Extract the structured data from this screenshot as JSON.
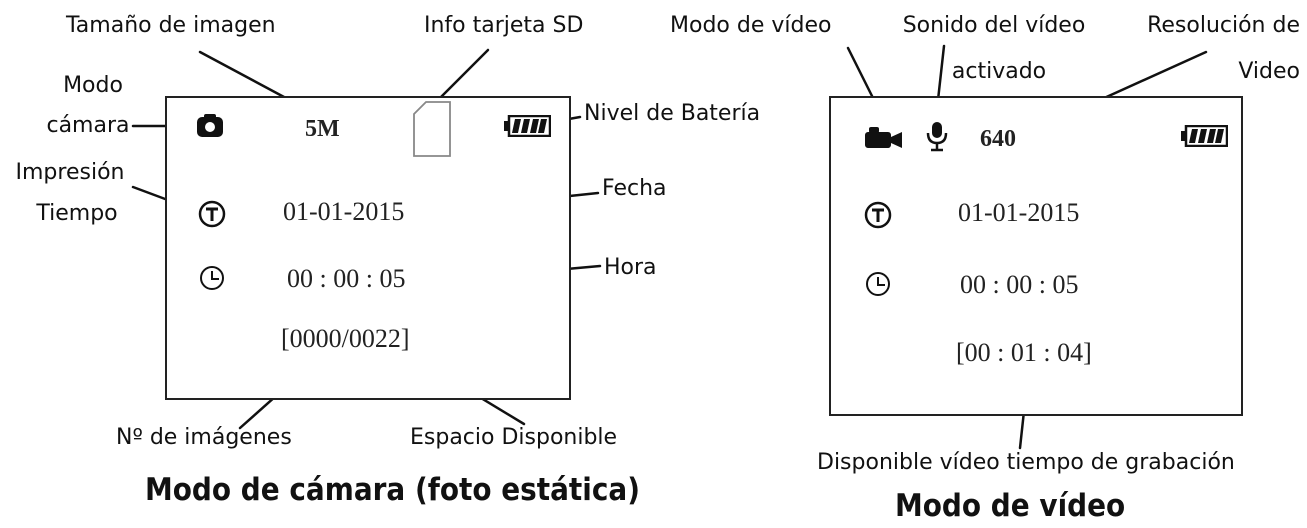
{
  "photo_mode": {
    "screen": {
      "image_size": "5M",
      "date": "01-01-2015",
      "time": "00 : 00 : 05",
      "counter": "[0000/0022]"
    },
    "labels": {
      "image_size": "Tamaño de imagen",
      "sd_info": "Info tarjeta SD",
      "camera_mode_l1": "Modo",
      "camera_mode_l2": "cámara",
      "battery": "Nivel de Batería",
      "timestamp_l1": "Impresión",
      "timestamp_l2": "Tiempo",
      "date": "Fecha",
      "time": "Hora",
      "image_count": "Nº de imágenes",
      "space": "Espacio Disponible"
    },
    "caption": "Modo de cámara (foto estática)"
  },
  "video_mode": {
    "screen": {
      "resolution": "640",
      "date": "01-01-2015",
      "time": "00 : 00 : 05",
      "remaining": "[00 : 01 : 04]"
    },
    "labels": {
      "video_mode": "Modo de vídeo",
      "sound_l1": "Sonido del vídeo",
      "sound_l2": "activado",
      "resolution_l1": "Resolución de",
      "resolution_l2": "Video",
      "record_time": "Disponible vídeo tiempo de grabación"
    },
    "caption": "Modo de vídeo"
  },
  "icons": [
    "camera-icon",
    "sd-card-icon",
    "battery-icon",
    "timestamp-icon",
    "clock-icon",
    "video-camera-icon",
    "microphone-icon"
  ]
}
